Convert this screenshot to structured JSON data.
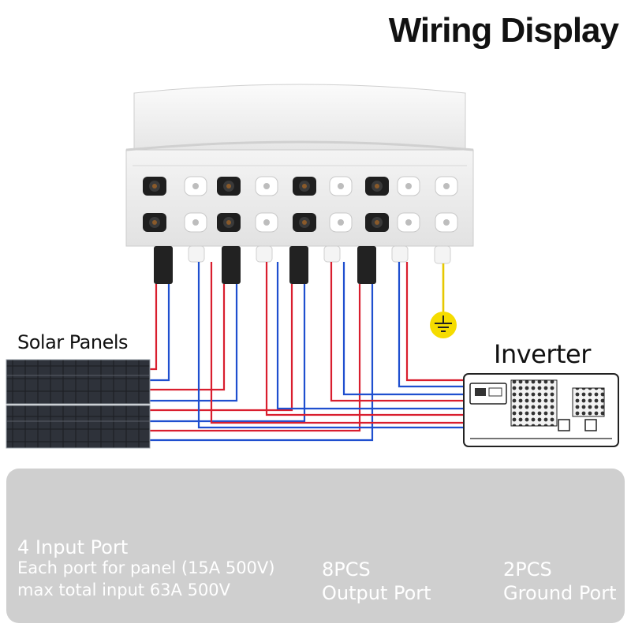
{
  "title": "Wiring Display",
  "labels": {
    "solar_panels": "Solar Panels",
    "inverter": "Inverter"
  },
  "info": {
    "input": {
      "title": "4 Input Port",
      "line1": "Each port for panel (15A 500V)",
      "line2": "max total input 63A 500V"
    },
    "output": {
      "count": "8PCS",
      "label": "Output Port"
    },
    "ground": {
      "count": "2PCS",
      "label": "Ground Port"
    }
  },
  "colors": {
    "positive_wire": "#d91e2e",
    "negative_wire": "#1f4fcf",
    "ground_wire": "#e6c800",
    "info_panel": "#cfcfcf"
  },
  "icons": [
    "ground-symbol-icon",
    "mc4-connector-icon",
    "cable-gland-icon"
  ]
}
